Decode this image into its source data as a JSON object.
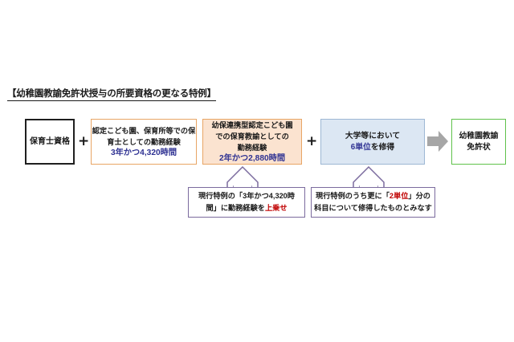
{
  "page": {
    "title": "【幼稚園教諭免許状授与の所要資格の更なる特例】"
  },
  "colors": {
    "orange_border": "#E8A565",
    "peach_fill": "#FBE3D0",
    "blue_fill": "#DCE7F3",
    "blue_border": "#9DB7D4",
    "green_border": "#5FC24B",
    "purple_border": "#7B6B9E",
    "navy_text": "#2E3192",
    "red_text": "#C00000",
    "arrow_gray": "#A6A6A6",
    "black": "#1F1F1F"
  },
  "flow": {
    "qualification_box": {
      "label": "保育士資格"
    },
    "operator_1": "+",
    "experience_a_box": {
      "line1": "認定こども園、保育所等での保",
      "line2": "育士としての勤務経験",
      "highlight": "3年かつ4,320時間"
    },
    "experience_b_box": {
      "line1": "幼保連携型認定こども園",
      "line2": "での保育教諭としての",
      "line3": "勤務経験",
      "highlight": "2年かつ2,880時間"
    },
    "operator_2": "+",
    "credits_box": {
      "line1": "大学等において",
      "highlight": "6単位",
      "suffix": "を修得"
    },
    "arrow": "right-arrow-icon",
    "result_box": {
      "line1": "幼稚園教諭",
      "line2": "免許状"
    }
  },
  "callouts": {
    "callout_a": {
      "line1_pre": "現行特例の「3年かつ4,320時",
      "line2_pre": "間」に勤務経験を",
      "line2_highlight": "上乗せ"
    },
    "callout_b": {
      "line1_pre": "現行特例のうち更に「",
      "line1_highlight": "2単位",
      "line1_post": "」分の",
      "line2": "科目について修得したものとみなす"
    }
  }
}
